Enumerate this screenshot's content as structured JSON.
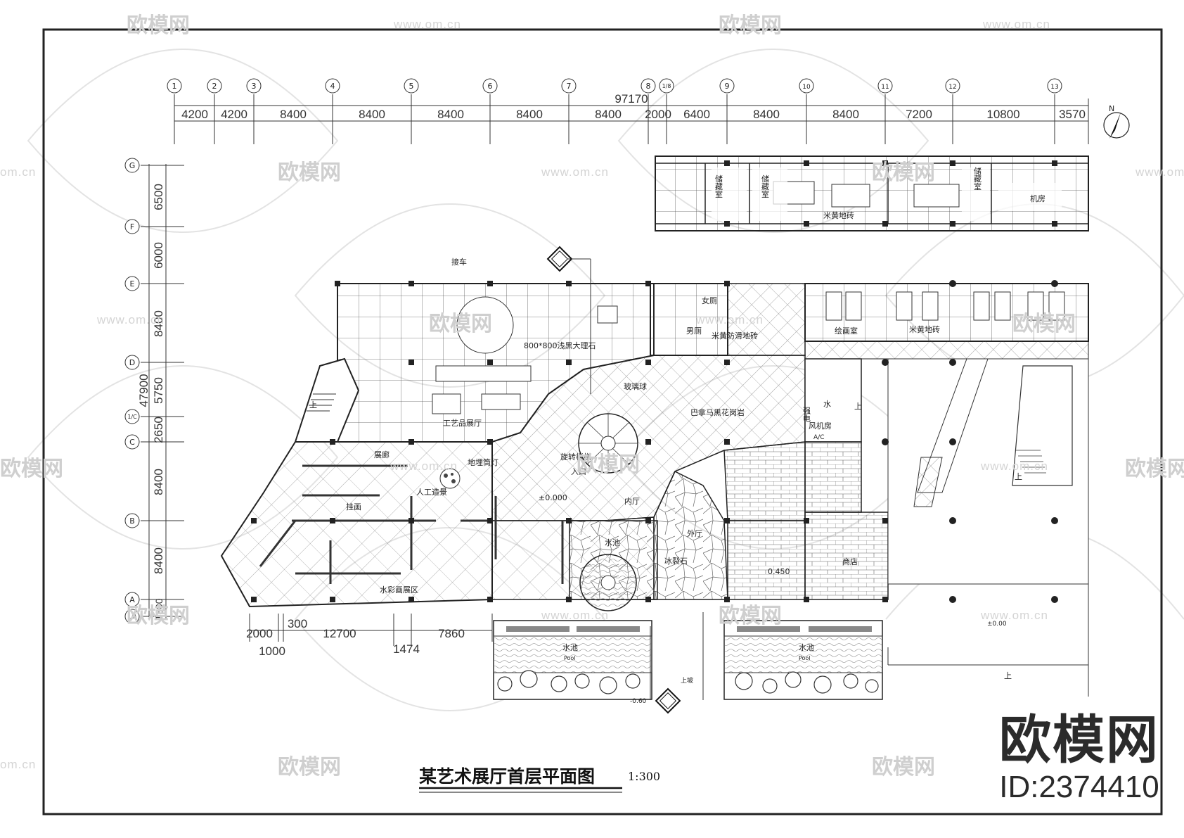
{
  "drawing": {
    "title": "某艺术展厅首层平面图",
    "scale": "1:300",
    "north": "N"
  },
  "axes": {
    "columns": [
      "1",
      "2",
      "3",
      "4",
      "5",
      "6",
      "7",
      "8",
      "1/8",
      "9",
      "10",
      "11",
      "12",
      "13"
    ],
    "rows": [
      "G",
      "F",
      "E",
      "D",
      "1/C",
      "C",
      "B",
      "A",
      "1/A"
    ]
  },
  "dimensions": {
    "overall_width": "97170",
    "overall_depth": "47900",
    "top": [
      "4200",
      "4200",
      "8400",
      "8400",
      "8400",
      "8400",
      "8400",
      "2000",
      "6400",
      "8400",
      "8400",
      "7200",
      "10800",
      "3570"
    ],
    "left": [
      "6500",
      "6000",
      "8400",
      "5750",
      "2650",
      "8400",
      "8400",
      "1800"
    ],
    "bottom_upper": [
      "2000",
      "300",
      "12700",
      "7860"
    ],
    "bottom_lower": [
      "1000",
      "1474"
    ]
  },
  "labels": {
    "pickup": "接车",
    "storage1": "储藏室",
    "storage2": "储藏室",
    "storage3": "储藏室",
    "beige_tile_top": "米黄地砖",
    "machine_room": "机房",
    "womens_wc": "女厕",
    "mens_wc": "男厕",
    "antislip": "米黄防滑地砖",
    "painting_room": "绘画室",
    "beige_tile_mid": "米黄地砖",
    "marble": "800*800浅黑大理石",
    "glass_ball": "玻璃球",
    "granite": "巴拿马黑花岗岩",
    "crafts_hall": "工艺品展厅",
    "spiral_stair": "旋转楼梯",
    "entrance": "入口",
    "gallery": "展廊",
    "floor_light": "地埋筒灯",
    "artificial": "人工造景",
    "hanging": "挂画",
    "level_zero": "±0.000",
    "inner_hall": "内厅",
    "outer_hall": "外厅",
    "pool_inner": "水池",
    "ice_stone": "冰裂石",
    "strong_elec": "强电",
    "water": "水",
    "fan_room": "风机房",
    "ac": "A/C",
    "up1": "上",
    "up2": "上",
    "up3": "上",
    "up4": "上",
    "level_0450": "0.450",
    "shop": "商店",
    "watercolor": "水彩画展区",
    "pool_left": "水池",
    "pool_left_en": "Pool",
    "pool_right": "水池",
    "pool_right_en": "Pool",
    "ramp": "上坡",
    "level_neg": "-0.60",
    "level_right": "±0.00"
  },
  "watermark": {
    "brand": "欧模网",
    "url": "www.om.cn",
    "url_short": "om.cn",
    "id": "ID:2374410"
  }
}
